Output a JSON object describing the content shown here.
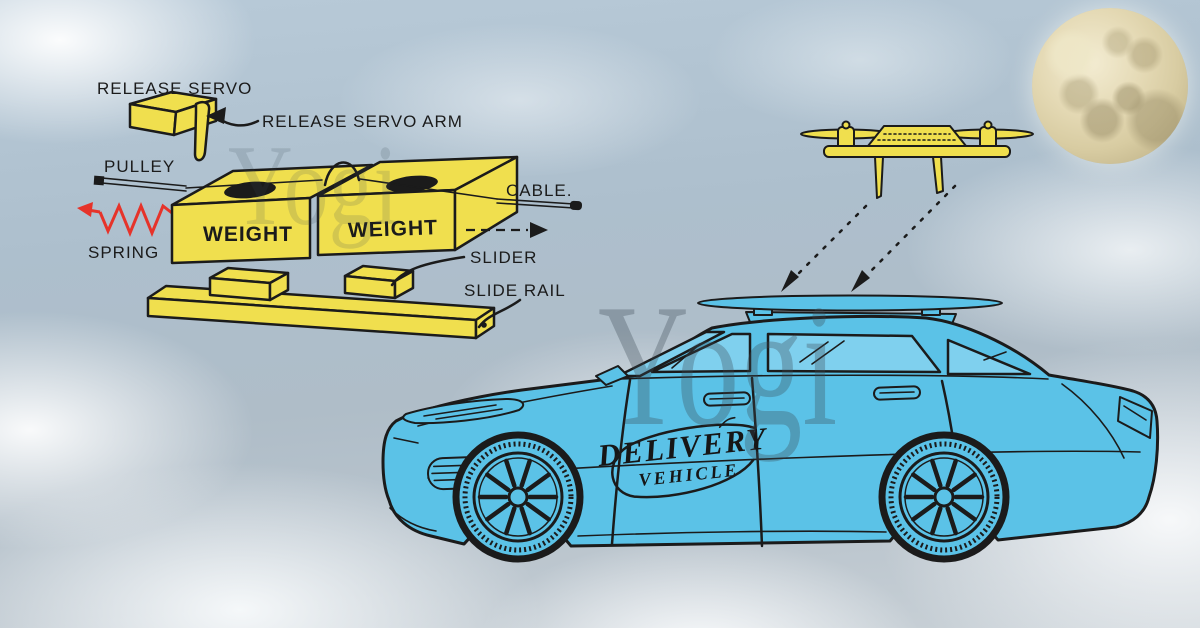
{
  "colors": {
    "diagram_yellow": "#f0df4e",
    "spring_red": "#e6332a",
    "vehicle_blue": "#5bc2e7",
    "window_blue": "#7fd0ee",
    "ink_black": "#1b1b1b",
    "watermark_gray": "#3c4a55",
    "moon_tan": "#d8cca2"
  },
  "mechanism": {
    "labels": {
      "release_servo": "RELEASE SERVO",
      "release_servo_arm": "RELEASE SERVO ARM",
      "pulley": "PULLEY",
      "spring": "SPRING",
      "weight_front": "WEIGHT",
      "weight_rear": "WEIGHT",
      "cable": "CABLE.",
      "slider": "SLIDER",
      "slide_rail": "SLIDE RAIL"
    }
  },
  "vehicle": {
    "door_emblem": {
      "line1": "DELIVERY",
      "line2": "VEHICLE"
    }
  },
  "watermark": {
    "text": "Yogi"
  }
}
